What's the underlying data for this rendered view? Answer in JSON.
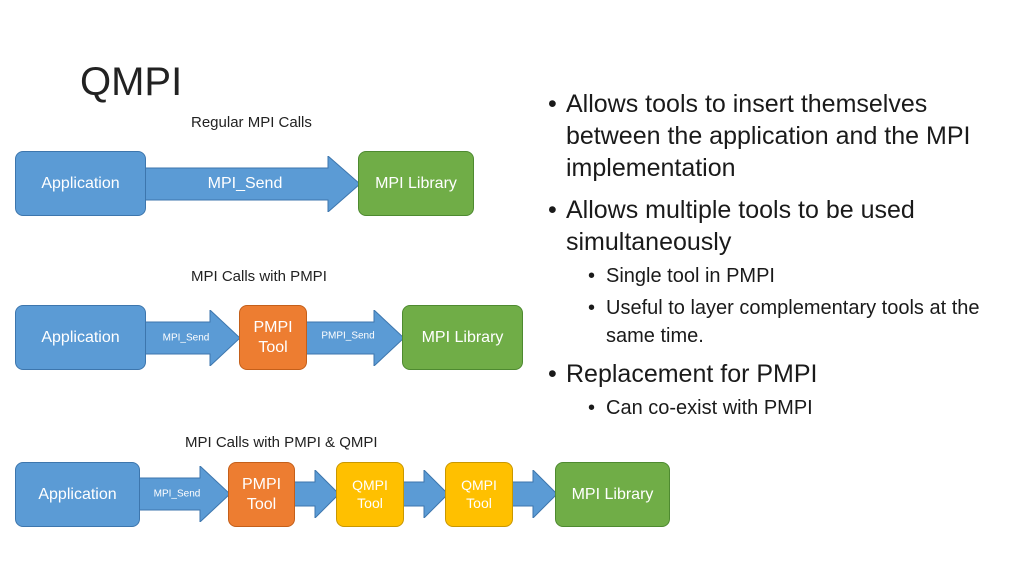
{
  "title": "QMPI",
  "diagram": {
    "row1": {
      "label": "Regular MPI Calls",
      "application": "Application",
      "call": "MPI_Send",
      "library": "MPI Library"
    },
    "row2": {
      "label": "MPI Calls with PMPI",
      "application": "Application",
      "call1": "MPI_Send",
      "pmpi_tool": "PMPI\nTool",
      "call2": "PMPI_Send",
      "library": "MPI Library"
    },
    "row3": {
      "label": "MPI Calls with PMPI & QMPI",
      "application": "Application",
      "call1": "MPI_Send",
      "pmpi_tool": "PMPI\nTool",
      "qmpi_tool1": "QMPI\nTool",
      "qmpi_tool2": "QMPI\nTool",
      "library": "MPI Library"
    }
  },
  "bullets": [
    {
      "text": "Allows tools to insert themselves between the application and the MPI implementation",
      "sub": []
    },
    {
      "text": "Allows multiple tools to be used simultaneously",
      "sub": [
        "Single tool in PMPI",
        "Useful to layer complementary tools at the same time."
      ]
    },
    {
      "text": "Replacement for PMPI",
      "sub": [
        "Can co-exist with PMPI"
      ]
    }
  ],
  "colors": {
    "blue": "#5b9bd5",
    "green": "#70ad47",
    "orange": "#ed7d31",
    "yellow": "#ffc000"
  }
}
